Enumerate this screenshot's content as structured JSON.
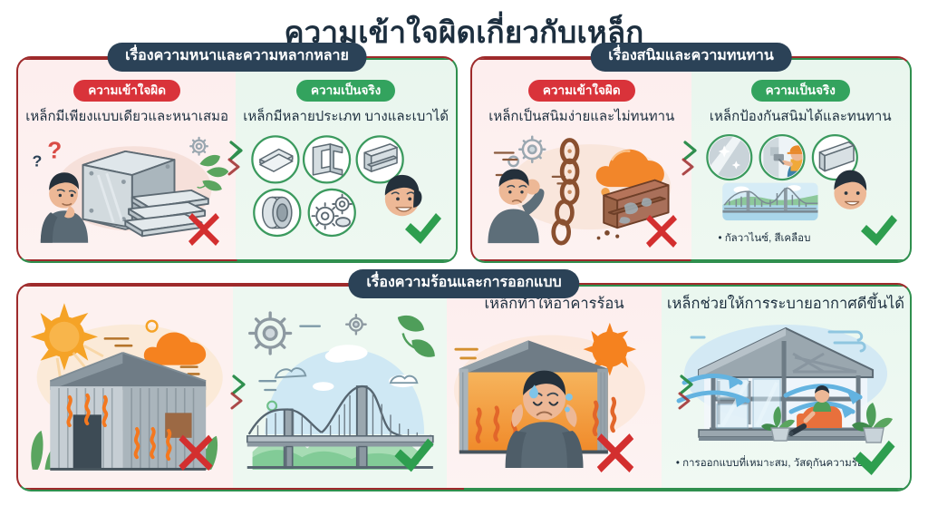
{
  "page": {
    "title": "ความเข้าใจผิดเกี่ยวกับเหล็ก",
    "title_color": "#1d2f3f",
    "background": "#ffffff"
  },
  "labels": {
    "myth_badge": "ความเข้าใจผิด",
    "fact_badge": "ความเป็นจริง"
  },
  "colors": {
    "ribbon_bg": "#2b4257",
    "myth_badge_bg": "#d9333a",
    "fact_badge_bg": "#33a35e",
    "myth_panel_bg": "#fdeeee",
    "fact_panel_bg": "#e9f6ee",
    "myth_border": "#9e2a2b",
    "fact_border": "#2f8f4e",
    "cross_mark": "#d32f2f",
    "check_mark": "#2e9e4f",
    "steel": "#b8c2c9",
    "rust": "#a85a3c",
    "heat": "#f4781f",
    "sky": "#bfe3f2"
  },
  "cards": [
    {
      "id": "thickness",
      "ribbon": "เรื่องความหนาและความหลากหลาย",
      "myth": {
        "badge": "ความเข้าใจผิด",
        "claim": "เหล็กมีเพียงแบบเดียวและหนาเสมอ",
        "mark": "red-cross",
        "icons": [
          "thinking-person",
          "question-marks",
          "steel-block",
          "steel-plates",
          "gear",
          "leaves"
        ]
      },
      "fact": {
        "badge": "ความเป็นจริง",
        "claim": "เหล็กมีหลายประเภท บางและเบาได้",
        "mark": "green-check",
        "icons": [
          "steel-sheets",
          "i-beam",
          "h-beam",
          "steel-coil",
          "gears",
          "smiling-person"
        ]
      }
    },
    {
      "id": "rust",
      "ribbon": "เรื่องสนิมและความทนทาน",
      "myth": {
        "badge": "ความเข้าใจผิด",
        "claim": "เหล็กเป็นสนิมง่ายและไม่ทนทาน",
        "mark": "red-cross",
        "icons": [
          "worried-person",
          "gear",
          "rusty-chain",
          "rust-cloud",
          "rusty-beam"
        ]
      },
      "fact": {
        "badge": "ความเป็นจริง",
        "claim": "เหล็กป้องกันสนิมได้และทนทาน",
        "note": "• กัลวาไนซ์, สีเคลือบ",
        "mark": "green-check",
        "icons": [
          "shiny-surface",
          "painter",
          "clean-beam",
          "bridge",
          "smiling-person"
        ]
      }
    }
  ],
  "wide_card": {
    "id": "heat",
    "ribbon": "เรื่องความร้อนและการออกแบบ",
    "panels": [
      {
        "id": "hot-warehouse",
        "type": "myth",
        "mark": "red-cross",
        "icons": [
          "sun",
          "orange-cloud",
          "metal-warehouse",
          "heat-waves",
          "plants"
        ]
      },
      {
        "id": "steel-bridge",
        "type": "fact",
        "mark": "green-check",
        "icons": [
          "gear",
          "suspension-bridge",
          "clouds",
          "leaves"
        ]
      },
      {
        "id": "overheated-person",
        "type": "myth",
        "claim": "เหล็กทำให้อาคารร้อน",
        "mark": "red-cross",
        "icons": [
          "sun",
          "hot-building",
          "sweating-person",
          "heat-waves"
        ]
      },
      {
        "id": "ventilated-house",
        "type": "fact",
        "claim": "เหล็กช่วยให้การระบายอากาศดีขึ้นได้",
        "note": "• การออกแบบที่เหมาะสม, วัสดุกันความร้อน",
        "mark": "green-check",
        "icons": [
          "steel-frame-house",
          "airflow-arrows",
          "relaxing-person",
          "potted-plants"
        ]
      }
    ]
  }
}
